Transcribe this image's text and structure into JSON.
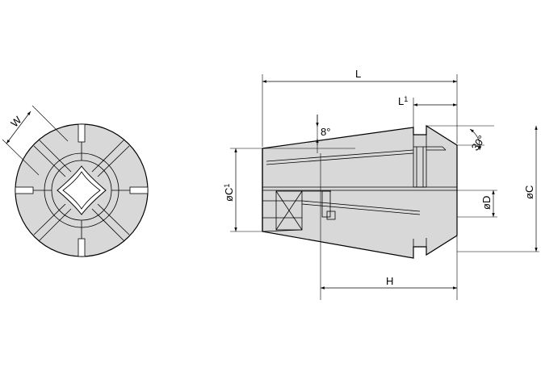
{
  "labels": {
    "w": "W",
    "l": "L",
    "l1": "L",
    "l1_sub": "1",
    "angle_8": "8°",
    "angle_30": "30°",
    "c1": "øC",
    "c1_sub": "1",
    "d": "øD",
    "c": "øC",
    "h": "H"
  },
  "colors": {
    "body_fill": "#d8d8d8",
    "line": "#000000",
    "background": "#ffffff"
  }
}
